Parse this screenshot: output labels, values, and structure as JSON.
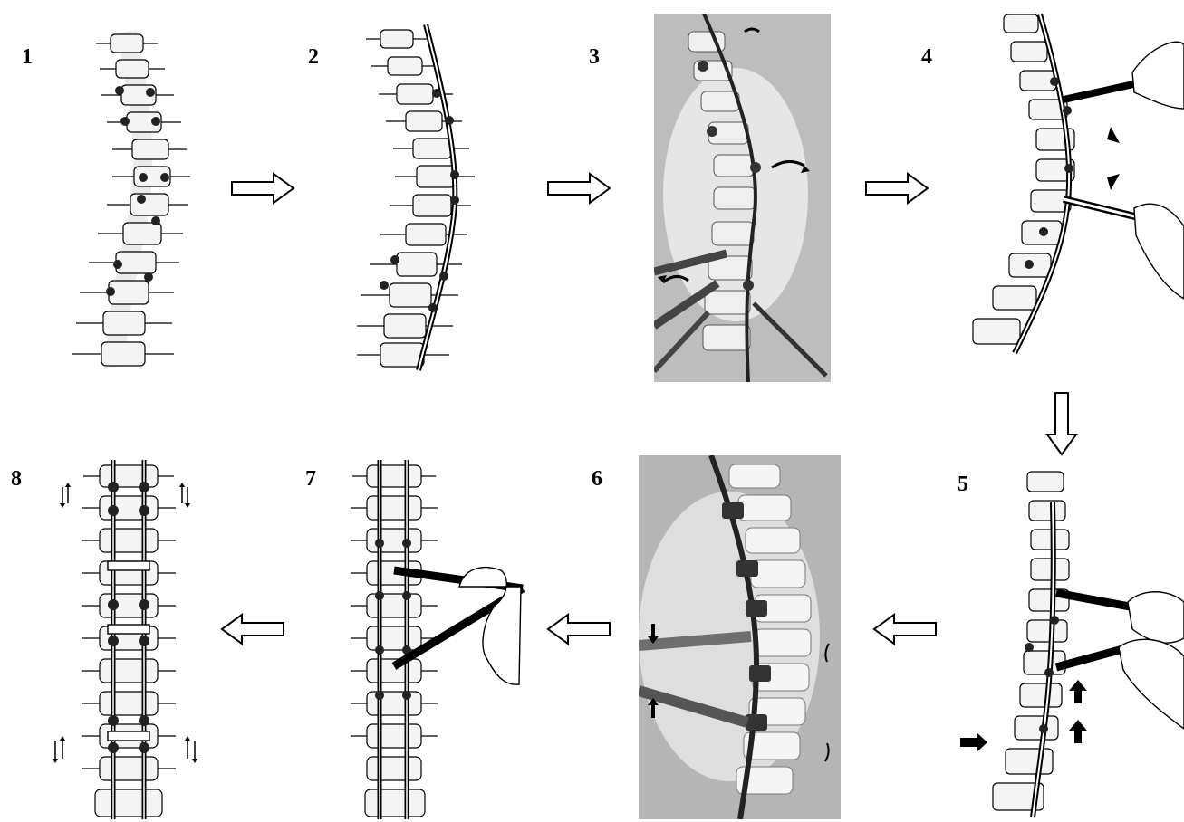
{
  "steps": [
    {
      "label": "1"
    },
    {
      "label": "2"
    },
    {
      "label": "3"
    },
    {
      "label": "4"
    },
    {
      "label": "5"
    },
    {
      "label": "6"
    },
    {
      "label": "7"
    },
    {
      "label": "8"
    }
  ],
  "colors": {
    "ink": "#000000",
    "photo_background": "#b8b8b8",
    "bone_fill": "#f4f4f4",
    "arrow_fill": "#ffffff"
  },
  "flow": [
    "1",
    "2",
    "3",
    "4",
    "5",
    "6",
    "7",
    "8"
  ]
}
